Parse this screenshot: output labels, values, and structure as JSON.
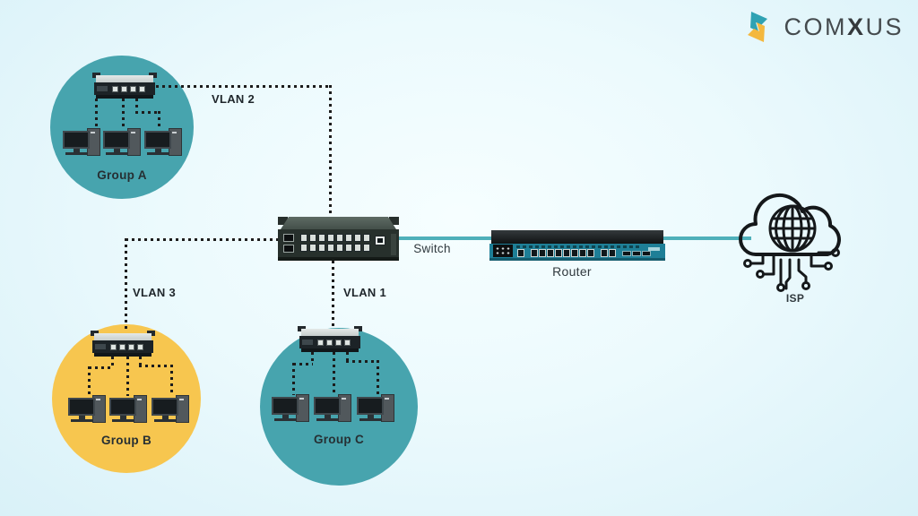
{
  "brand": {
    "name": "COMXUS",
    "segments": {
      "pre": "COM",
      "bold": "X",
      "post": "US"
    },
    "icon_colors": {
      "teal": "#2fa2b3",
      "yellow": "#f4b83e"
    }
  },
  "diagram": {
    "groups": [
      {
        "label": "Group A",
        "vlan": "VLAN 2",
        "color": "#47a4ae"
      },
      {
        "label": "Group B",
        "vlan": "VLAN 3",
        "color": "#f7c64f"
      },
      {
        "label": "Group C",
        "vlan": "VLAN 1",
        "color": "#47a4ae"
      }
    ],
    "core": {
      "switch": "Switch",
      "router": "Router",
      "isp": "ISP"
    },
    "link_color": "#4fb0ba"
  }
}
